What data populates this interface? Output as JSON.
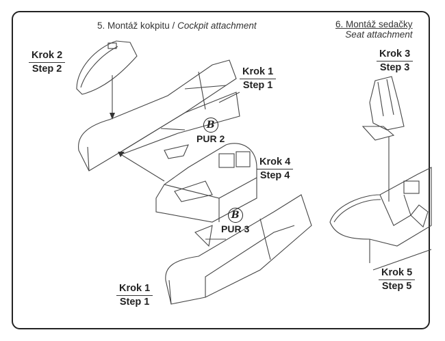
{
  "sections": {
    "cockpit": {
      "number_title": "5. Montáž kokpitu /",
      "english_title": "Cockpit attachment"
    },
    "seat": {
      "number_title": "6. Montáž sedačky",
      "english_title": "Seat attachment"
    }
  },
  "steps": [
    {
      "krok": "Krok 2",
      "step": "Step 2"
    },
    {
      "krok": "Krok 1",
      "step": "Step 1"
    },
    {
      "krok": "Krok 4",
      "step": "Step 4"
    },
    {
      "krok": "Krok 1",
      "step": "Step 1"
    },
    {
      "krok": "Krok 3",
      "step": "Step 3"
    },
    {
      "krok": "Krok 5",
      "step": "Step 5"
    }
  ],
  "parts": [
    {
      "badge": "B",
      "label": "PUR 2"
    },
    {
      "badge": "B",
      "label": "PUR 3"
    }
  ],
  "colors": {
    "line": "#333333",
    "frame": "#222222",
    "background": "#ffffff"
  }
}
